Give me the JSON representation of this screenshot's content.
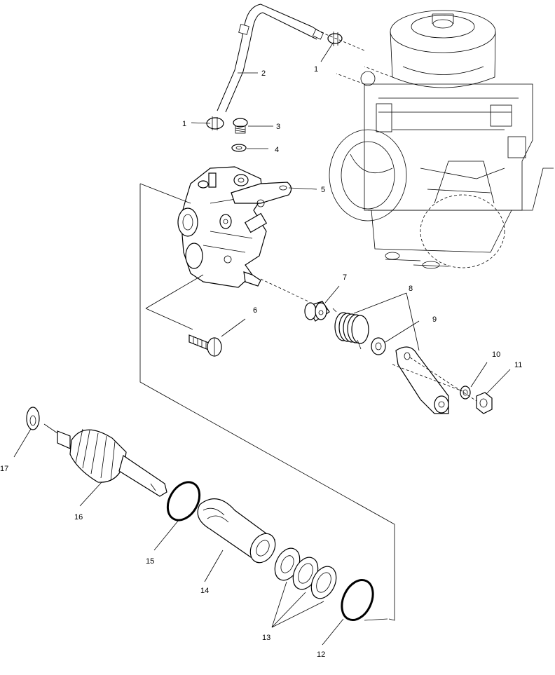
{
  "callouts": {
    "c1a": "1",
    "c1b": "1",
    "c2": "2",
    "c3": "3",
    "c4": "4",
    "c5": "5",
    "c6": "6",
    "c7": "7",
    "c8": "8",
    "c9": "9",
    "c10": "10",
    "c11": "11",
    "c12": "12",
    "c13": "13",
    "c14": "14",
    "c15": "15",
    "c16": "16",
    "c17": "17"
  }
}
